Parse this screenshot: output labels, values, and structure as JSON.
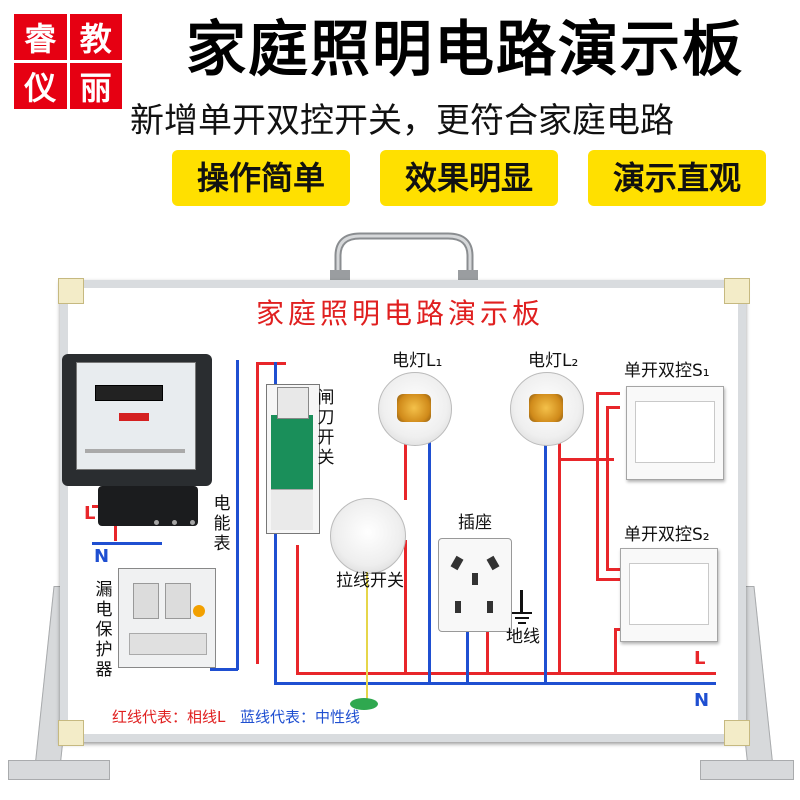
{
  "header": {
    "brand_chars": [
      "睿",
      "教",
      "仪",
      "丽"
    ],
    "title": "家庭照明电路演示板",
    "subtitle": "新增单开双控开关，更符合家庭电路",
    "tags": [
      "操作简单",
      "效果明显",
      "演示直观"
    ]
  },
  "board": {
    "title": "家庭照明电路演示板",
    "labels": {
      "lamp1": "电灯L₁",
      "lamp2": "电灯L₂",
      "switch_s1": "单开双控S₁",
      "switch_s2": "单开双控S₂",
      "knife_switch": "闸刀开关",
      "meter": "电能表",
      "leakage_protector": "漏电保护器",
      "pull_switch": "拉线开关",
      "socket": "插座",
      "ground": "地线",
      "L": "L",
      "N": "N"
    },
    "legend": {
      "red": "红线代表：相线L",
      "blue": "蓝线代表：中性线"
    }
  },
  "colors": {
    "brand_red": "#e60012",
    "tag_yellow": "#ffe000",
    "wire_red": "#e8262a",
    "wire_blue": "#1f4fd1"
  }
}
